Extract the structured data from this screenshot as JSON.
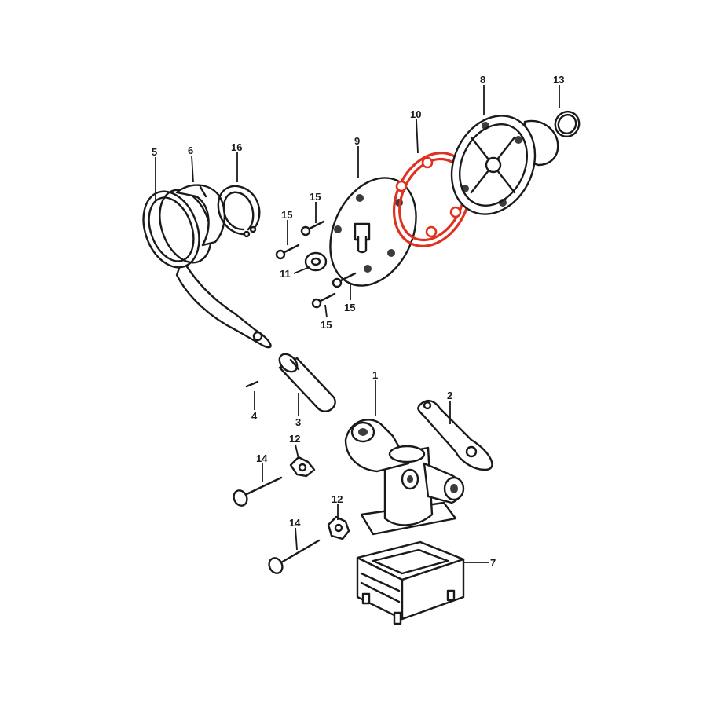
{
  "callouts": {
    "c1": "1",
    "c2": "2",
    "c3": "3",
    "c4": "4",
    "c5": "5",
    "c6": "6",
    "c7": "7",
    "c8": "8",
    "c9": "9",
    "c10": "10",
    "c11": "11",
    "c12a": "12",
    "c12b": "12",
    "c13": "13",
    "c14a": "14",
    "c14b": "14",
    "c15a": "15",
    "c15b": "15",
    "c15c": "15",
    "c15d": "15",
    "c16": "16"
  },
  "colors": {
    "line": "#1a1a1a",
    "highlight": "#e0301e",
    "background": "#ffffff"
  }
}
